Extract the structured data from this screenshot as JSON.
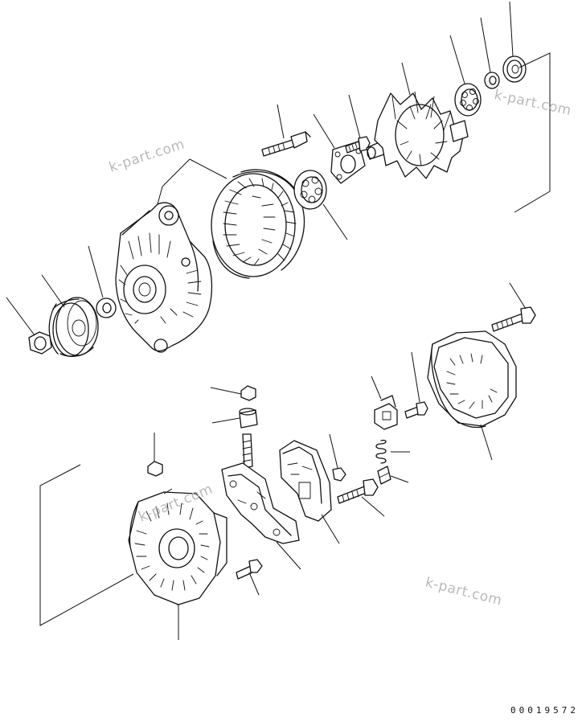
{
  "watermark": "k-part.com",
  "document_number": "00019572",
  "parts": [
    "nut",
    "pulley",
    "spacer",
    "front-housing",
    "stator",
    "through-bolt",
    "front-bearing",
    "bearing-retainer",
    "retainer-screw",
    "rotor",
    "rear-bearing",
    "washer",
    "seal-cover",
    "rear-cover-bolt",
    "rear-cover",
    "brush-holder",
    "brush-screw",
    "spring",
    "brush",
    "terminal-nut",
    "insulator-bushing",
    "rectifier",
    "regulator",
    "regulator-screw",
    "regulator-bolt",
    "rectifier-screw",
    "rear-housing",
    "housing-nut"
  ]
}
